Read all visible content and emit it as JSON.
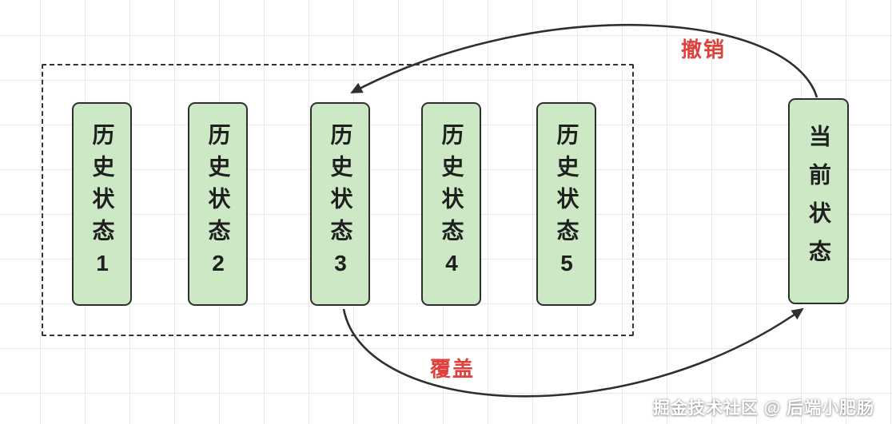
{
  "diagram": {
    "history_states": [
      "历史状态1",
      "历史状态2",
      "历史状态3",
      "历史状态4",
      "历史状态5"
    ],
    "current_state": "当前状态",
    "arrows": {
      "undo_label": "撤销",
      "overwrite_label": "覆盖"
    },
    "watermark": "掘金技术社区 @ 后端小肥肠",
    "colors": {
      "box_fill": "#cde8c5",
      "box_border": "#2f2f2f",
      "arrow_color": "#2f2f2f",
      "label_red": "#e0403d",
      "grid_color": "#e9e9e9",
      "watermark_color": "#ffffff"
    }
  }
}
